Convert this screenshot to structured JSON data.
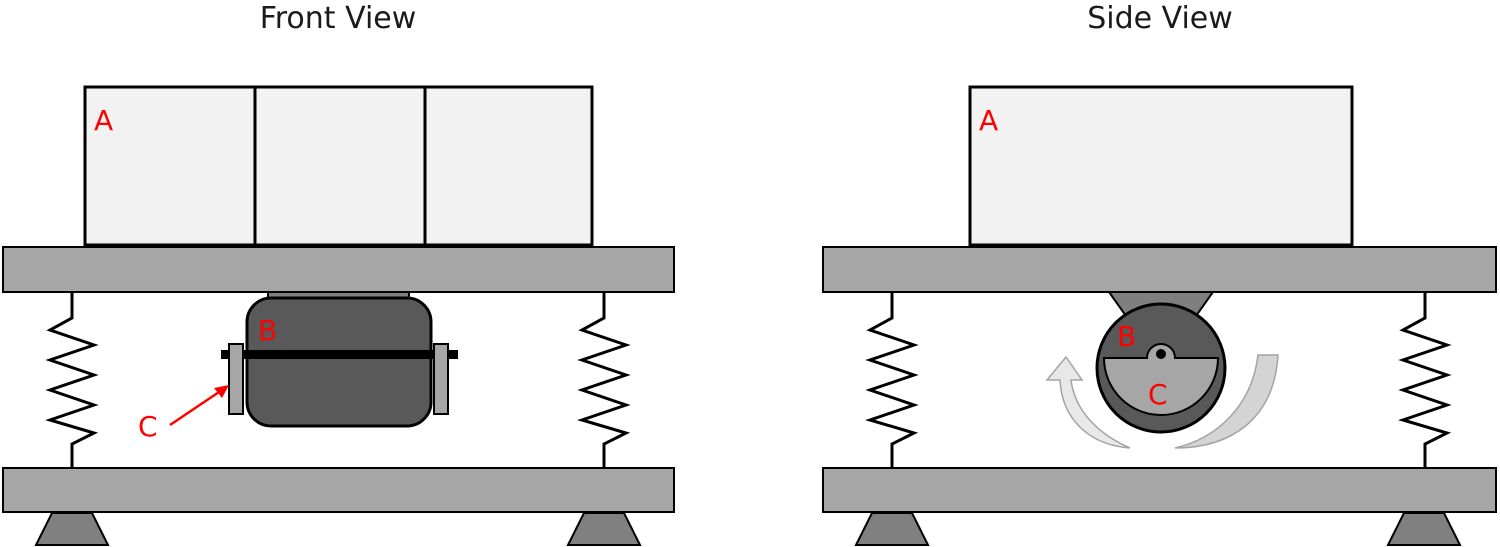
{
  "views": {
    "front": {
      "title": "Front View"
    },
    "side": {
      "title": "Side View"
    }
  },
  "labels": {
    "front_a": "A",
    "front_b": "B",
    "front_c": "C",
    "side_a": "A",
    "side_b": "B",
    "side_c": "C"
  },
  "colors": {
    "label": "#ff0000",
    "plate": "#a6a6a6",
    "box": "#f2f2f2",
    "motor": "#595959",
    "weight": "#a6a6a6",
    "foot": "#808080"
  }
}
